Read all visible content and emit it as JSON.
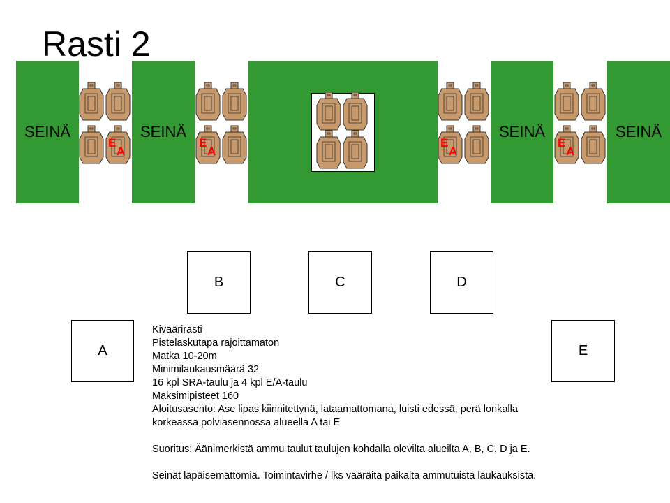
{
  "title": "Rasti 2",
  "walls": [
    "SEINÄ",
    "SEINÄ",
    "SEINÄ",
    "SEINÄ"
  ],
  "ea_target": {
    "e": "E",
    "a": "A"
  },
  "areas": [
    "A",
    "B",
    "C",
    "D",
    "E"
  ],
  "info_lines": [
    "Kivääri­rasti",
    "Pistelaskutapa rajoittamaton",
    "Matka 10-20m",
    "Minimilaukausmäärä 32",
    "16 kpl SRA-taulu ja 4 kpl E/A-taulu",
    "Maksimipisteet 160",
    "Aloitusasento: Ase lipas kiinnitettynä, lataamattomana, luisti edessä, perä lonkalla",
    "korkeassa polviasennossa alueella A tai E",
    "",
    "Suoritus: Äänimerkistä ammu taulut taulujen kohdalla olevilta alueilta A, B, C, D ja E.",
    "",
    "Seinät läpäisemättömiä. Toimintavirhe / lks vääräitä paikalta ammutuista laukauksista."
  ],
  "colors": {
    "wall": "#339933",
    "target": "#c8996b",
    "ea_letters": "#ff0000"
  },
  "target_icon": "ipsc-silhouette-target-icon"
}
